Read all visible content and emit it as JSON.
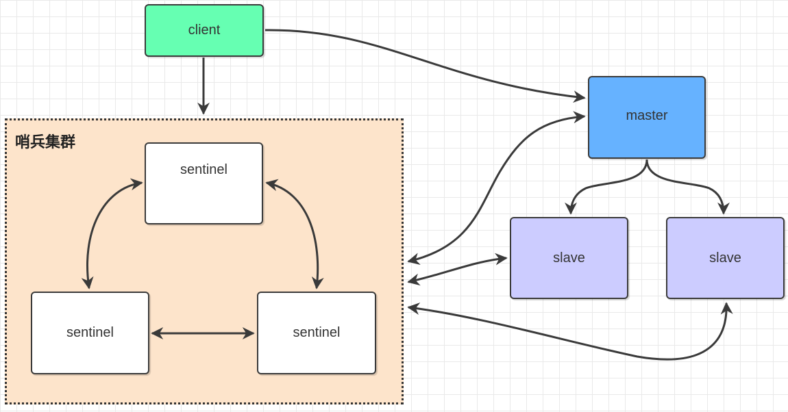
{
  "colors": {
    "client": "#66ffb2",
    "master": "#66b2ff",
    "slave": "#ccccff",
    "sentinel": "#ffffff",
    "group_fill": "#fde4cb",
    "stroke": "#3a3a3a"
  },
  "group": {
    "label": "哨兵集群"
  },
  "nodes": {
    "client": "client",
    "master": "master",
    "slave_1": "slave",
    "slave_2": "slave",
    "sentinel_top": "sentinel",
    "sentinel_left": "sentinel",
    "sentinel_right": "sentinel"
  }
}
